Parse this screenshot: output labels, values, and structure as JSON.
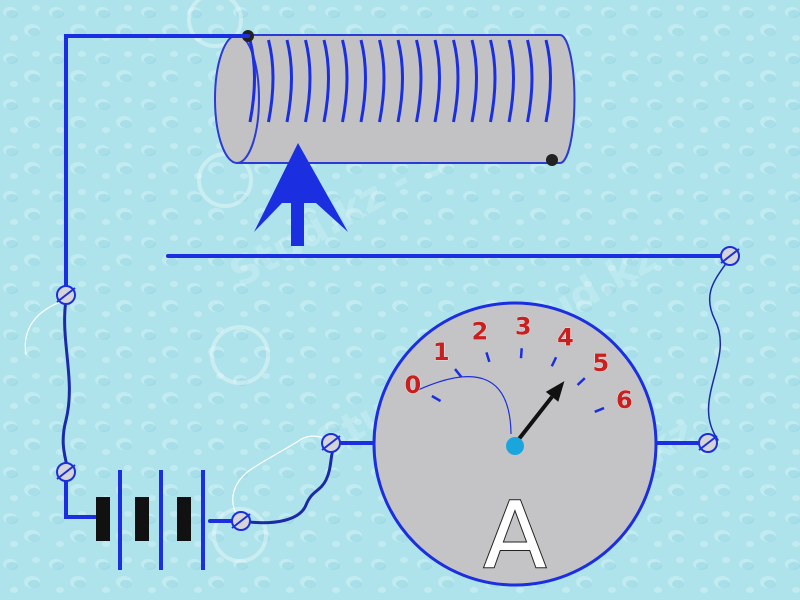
{
  "meter": {
    "letter": "A",
    "scale_labels": [
      "0",
      "1",
      "2",
      "3",
      "4",
      "5",
      "6"
    ],
    "needle_reading": 4.6
  },
  "watermark": {
    "lines": [
      "Stud.kz - Stud.kz",
      "Stud.kz - Stud.kz",
      "Stud.kz"
    ]
  },
  "colors": {
    "background": "#aee3ec",
    "wire": "#1b2fe0",
    "coil_body": "#c2c2c4",
    "meter_face": "#c4c4c6",
    "scale_label": "#c8201e",
    "pivot": "#1aa6dd",
    "arrow": "#1b2fe0"
  }
}
